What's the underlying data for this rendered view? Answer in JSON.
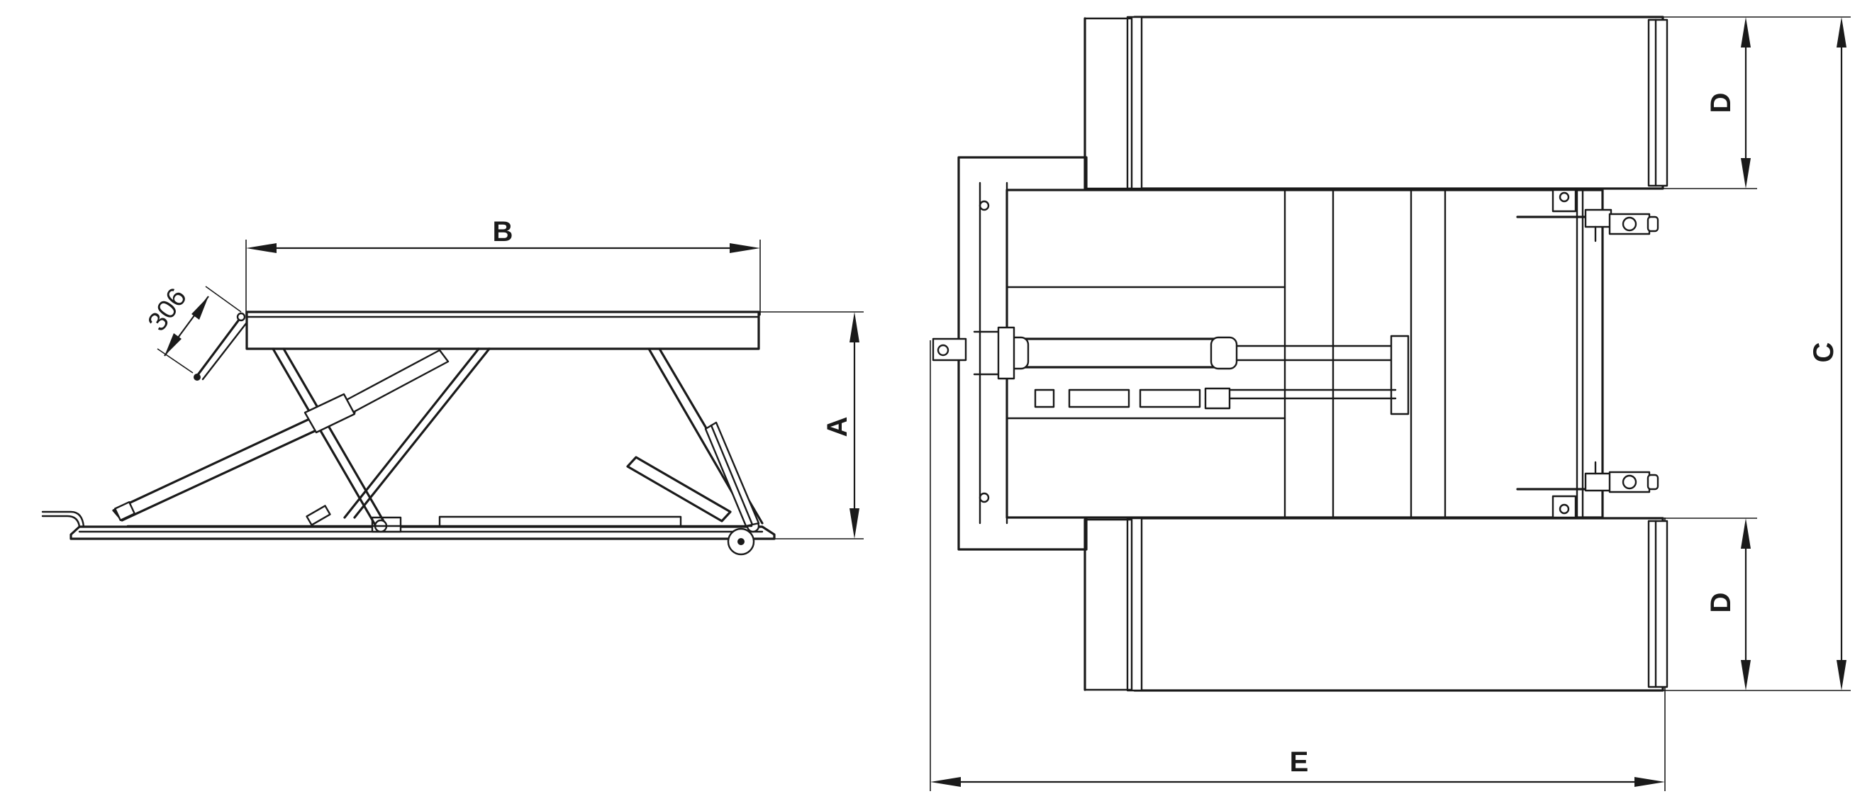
{
  "side_view": {
    "label_B": "B",
    "label_A": "A",
    "label_ramp_length": "306"
  },
  "top_view": {
    "label_C": "C",
    "label_D_top": "D",
    "label_D_bottom": "D",
    "label_E": "E"
  },
  "colors": {
    "line": "#1a1a1a",
    "background": "#ffffff"
  }
}
